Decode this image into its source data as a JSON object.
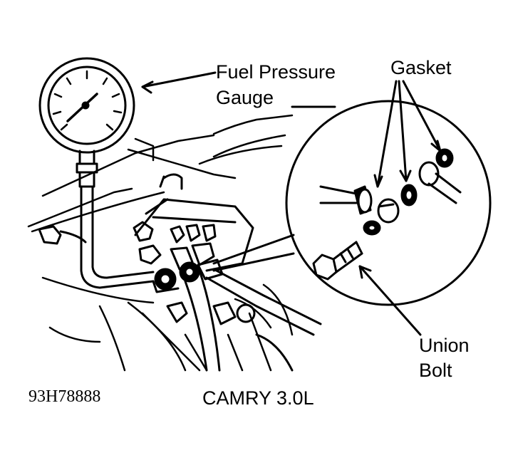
{
  "labels": {
    "fuel_pressure": "Fuel Pressure",
    "gauge": "Gauge",
    "gasket": "Gasket",
    "union": "Union",
    "bolt": "Bolt",
    "vehicle": "CAMRY 3.0L",
    "figure_code": "93H78888"
  },
  "colors": {
    "ink": "#000000",
    "paper": "#ffffff"
  }
}
